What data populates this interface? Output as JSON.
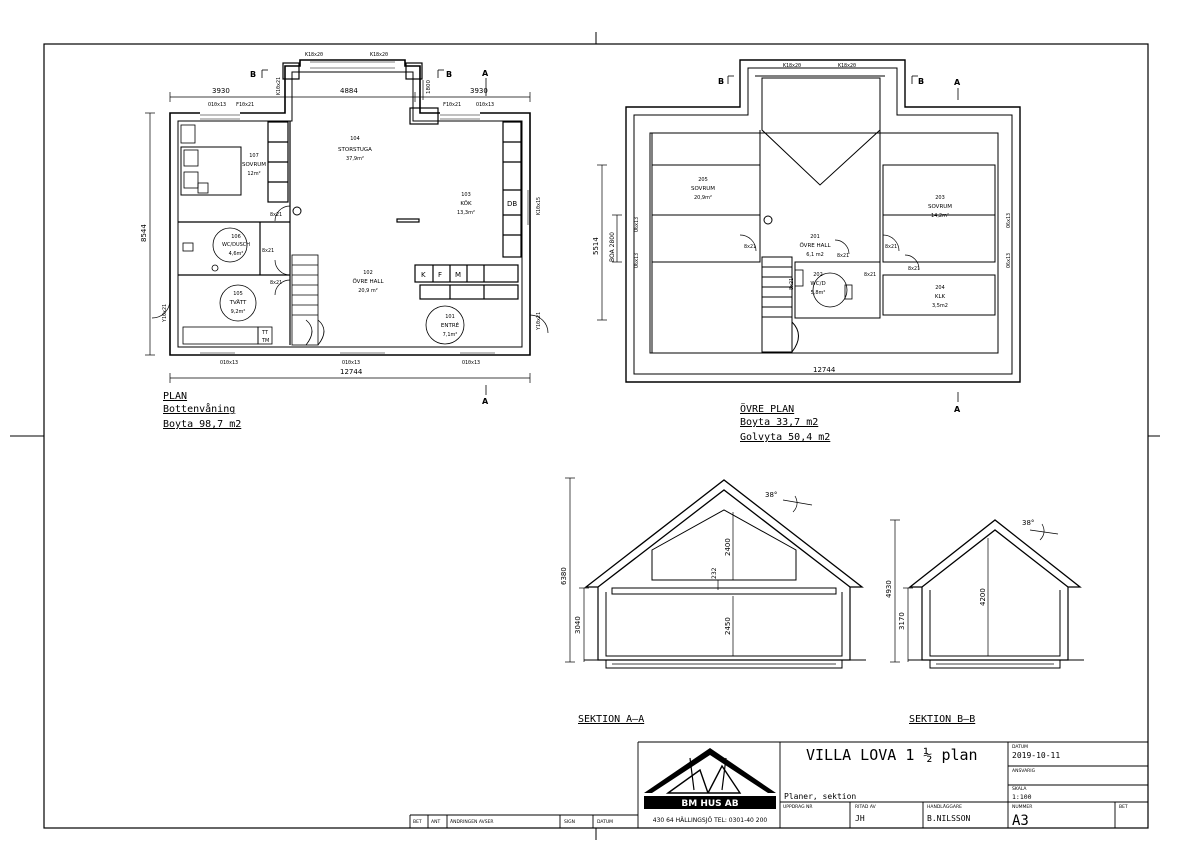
{
  "ground_floor": {
    "title": "PLAN",
    "subtitle": "Bottenvåning",
    "area": "Boyta 98,7 m2",
    "dim_top_left": "3930",
    "dim_top_mid": "4884",
    "dim_top_right": "3930",
    "dim_bottom": "12744",
    "dim_left": "8544",
    "dim_small_1": "1800",
    "rooms": [
      {
        "no": "104",
        "name": "STORSTUGA",
        "area": "37,9m²"
      },
      {
        "no": "107",
        "name": "SOVRUM",
        "area": "12m²"
      },
      {
        "no": "103",
        "name": "KÖK",
        "area": "13,3m²"
      },
      {
        "no": "106",
        "name": "WC/DUSCH",
        "area": "4,6m²"
      },
      {
        "no": "102",
        "name": "ÖVRE HALL",
        "area": "20,9 m²"
      },
      {
        "no": "105",
        "name": "TVÄTT",
        "area": "9,2m²"
      },
      {
        "no": "101",
        "name": "ENTRÉ",
        "area": "7,1m²"
      }
    ],
    "labels": {
      "window_top_1": "K18x20",
      "window_top_2": "K18x20",
      "window_a": "O10x13",
      "window_b": "F10x21",
      "window_c": "F10x21",
      "window_d": "O10x13",
      "window_e": "K10x21",
      "door_1": "8x21",
      "door_2": "8x21",
      "door_3": "8x21",
      "db": "DB",
      "k": "K",
      "f": "F",
      "m": "M",
      "tt": "TT",
      "tm": "TM",
      "window_bottom_1": "O10x13",
      "window_bottom_2": "O10x13",
      "window_bottom_3": "O10x13",
      "window_right": "K10x15",
      "door_side": "Y10x21",
      "door_entry": "Y10x21"
    }
  },
  "upper_floor": {
    "title": "ÖVRE PLAN",
    "area1": "Boyta 33,7 m2",
    "area2": "Golvyta 50,4 m2",
    "dim_bottom": "12744",
    "dim_left": "5514",
    "dim_left_inner": "BOA 2800",
    "rooms": [
      {
        "no": "205",
        "name": "SOVRUM",
        "area": "20,9m²"
      },
      {
        "no": "203",
        "name": "SOVRUM",
        "area": "14,2m²"
      },
      {
        "no": "201",
        "name": "ÖVRE HALL",
        "area": "6,1 m2"
      },
      {
        "no": "202",
        "name": "WC/D",
        "area": "5,8m²"
      },
      {
        "no": "204",
        "name": "KLK",
        "area": "3,5m2"
      }
    ],
    "labels": {
      "window_top_1": "K18x20",
      "window_top_2": "K18x20",
      "window_l1": "O6x13",
      "window_l2": "O6x13",
      "window_r1": "O6x13",
      "window_r2": "O6x13",
      "door_1": "8x21",
      "door_2": "8x21",
      "door_3": "8x21",
      "door_4": "8x21",
      "door_5": "8x21",
      "door_6": "8x21"
    }
  },
  "section_aa": {
    "title": "SEKTION A–A",
    "dim_total": "6380",
    "dim_wall": "3040",
    "dim_upper": "2400",
    "dim_floor": "232",
    "dim_lower": "2450",
    "angle": "38°"
  },
  "section_bb": {
    "title": "SEKTION B–B",
    "dim_total": "4930",
    "dim_wall": "3170",
    "dim_inner": "4200",
    "angle": "38°"
  },
  "markers": {
    "b": "B",
    "a": "A"
  },
  "title_block": {
    "project": "VILLA LOVA 1 ½ plan",
    "content": "Planer, sektion",
    "company": "BM HUS AB",
    "address": "430 64 HÄLLINGSJÖ  TEL: 0301-40 200",
    "datum_label": "DATUM",
    "datum": "2019-10-11",
    "ansvarig_label": "ANSVARIG",
    "skala_label": "SKALA",
    "skala": "1:100",
    "uppdrag_label": "UPPDRAG NR",
    "ritad_label": "RITAD AV",
    "ritad": "JH",
    "handl_label": "HANDLÄGGARE",
    "handl": "B.NILSSON",
    "nummer_label": "NUMMER",
    "nummer": "A3",
    "bet_label": "BET",
    "rev_bet": "BET",
    "rev_ant": "ANT",
    "rev_andring": "ÄNDRINGEN AVSER",
    "rev_sign": "SIGN",
    "rev_datum": "DATUM"
  }
}
